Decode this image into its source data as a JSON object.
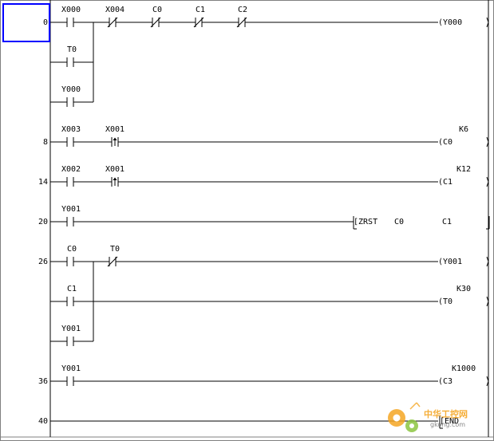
{
  "steps": [
    "0",
    "8",
    "14",
    "20",
    "26",
    "36",
    "40"
  ],
  "contacts": {
    "r0_x000": "X000",
    "r0_x004": "X004",
    "r0_c0": "C0",
    "r0_c1": "C1",
    "r0_c2": "C2",
    "r0_t0": "T0",
    "r0_y000": "Y000",
    "r8_x003": "X003",
    "r8_x001": "X001",
    "r14_x002": "X002",
    "r14_x001": "X001",
    "r20_y001": "Y001",
    "r26_c0": "C0",
    "r26_t0": "T0",
    "r26_c1": "C1",
    "r26_y001": "Y001",
    "r36_y001": "Y001"
  },
  "coils": {
    "r0": "(Y000",
    "r8": "(C0",
    "r14": "(C1",
    "r26a": "(Y001",
    "r26b": "(T0",
    "r36": "(C3",
    "r40": "[END"
  },
  "constants": {
    "r8": "K6",
    "r14": "K12",
    "r26b": "K30",
    "r36": "K1000"
  },
  "instruction": {
    "op": "[ZRST",
    "arg1": "C0",
    "arg2": "C1"
  },
  "watermark": {
    "title": "中华工控网",
    "url": "gkong.com"
  },
  "colors": {
    "cursor": "#0000ff",
    "line": "#000000",
    "watermark_gear": "#f5a623"
  }
}
